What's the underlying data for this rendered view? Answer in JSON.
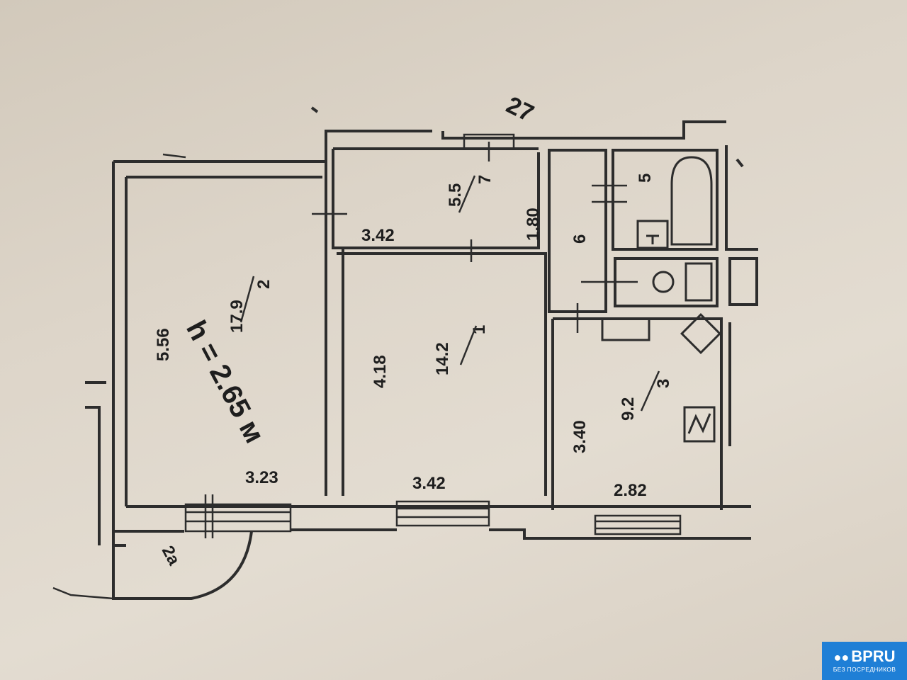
{
  "plan": {
    "building_number": "27",
    "ceiling_height": "h = 2.65 м",
    "rooms": [
      {
        "id": "2",
        "area": "17.9",
        "width": "3.23",
        "length": "5.56"
      },
      {
        "id": "1",
        "area": "14.2",
        "width": "3.42",
        "length": "4.18"
      },
      {
        "id": "7",
        "area": "5.5",
        "width": "3.42",
        "length": "1.80"
      },
      {
        "id": "3",
        "area": "9.2",
        "width": "2.82",
        "length": "3.40"
      },
      {
        "id": "6"
      },
      {
        "id": "5"
      },
      {
        "id": "2a"
      }
    ],
    "balcony_label": "2а"
  },
  "badge": {
    "brand": "BPRU",
    "tagline": "БЕЗ ПОСРЕДНИКОВ",
    "icon": "people-icon",
    "color": "#1f7fd6"
  }
}
